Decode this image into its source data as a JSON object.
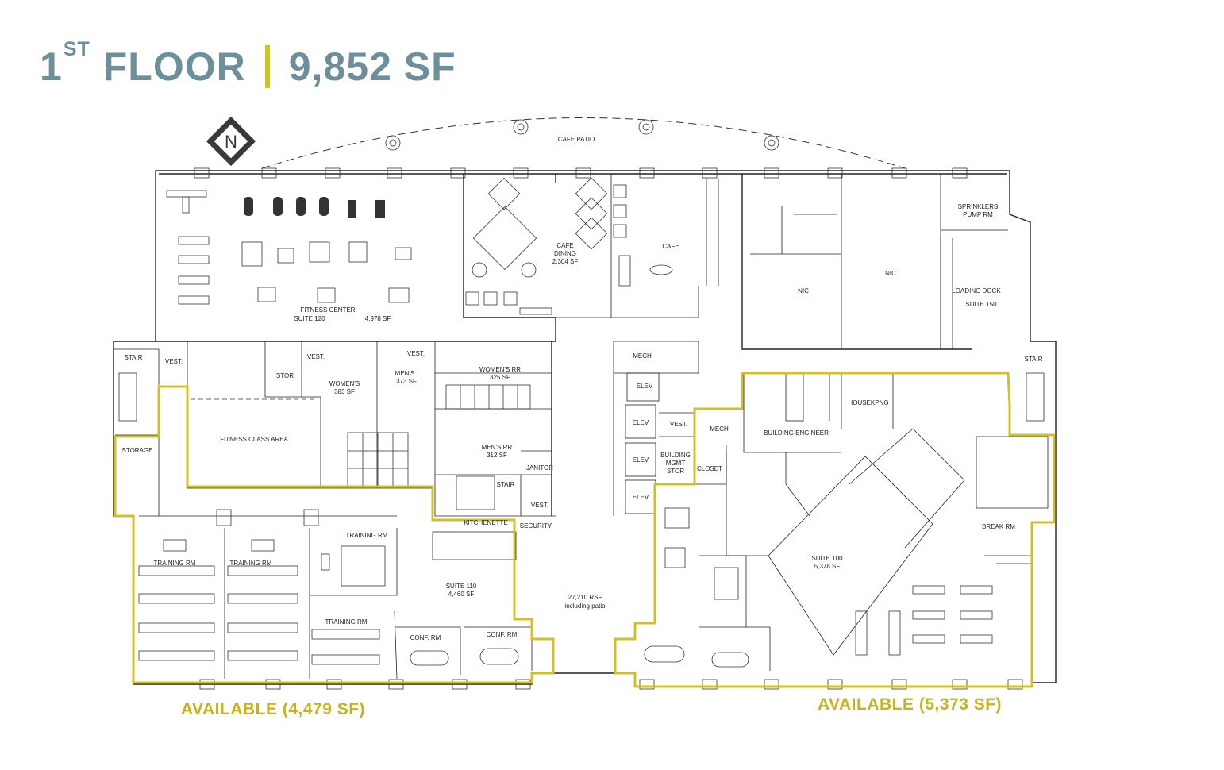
{
  "heading": {
    "floor_number": "1",
    "floor_suffix": "ST",
    "floor_word": "FLOOR",
    "area": "9,852 SF",
    "accent_color": "#d4c21a",
    "text_color": "#6d8f9c"
  },
  "compass": {
    "letter": "N",
    "icon": "north-arrow-icon"
  },
  "rooms": {
    "cafe_patio": "CAFE PATIO",
    "cafe_dining": [
      "CAFE",
      "DINING",
      "2,304 SF"
    ],
    "cafe": "CAFE",
    "fitness_center": [
      "FITNESS CENTER",
      "SUITE 120",
      "4,978 SF"
    ],
    "nic_1": "NIC",
    "nic_2": "NIC",
    "sprinklers": [
      "SPRINKLERS",
      "PUMP RM"
    ],
    "loading_dock": [
      "LOADING DOCK",
      "SUITE 150"
    ],
    "stair_left": "STAIR",
    "vest_left": "VEST.",
    "stor": "STOR",
    "vest_2": "VEST.",
    "womens": [
      "WOMEN'S",
      "383 SF"
    ],
    "vest_3": "VEST.",
    "mens": [
      "MEN'S",
      "373 SF"
    ],
    "womens_rr": [
      "WOMEN'S RR",
      "325 SF"
    ],
    "mens_rr": [
      "MEN'S RR",
      "312 SF"
    ],
    "janitor": "JANITOR",
    "stair_mid": "STAIR",
    "vest_4": "VEST.",
    "mech_1": "MECH",
    "elev_1": "ELEV",
    "elev_2": "ELEV",
    "elev_3": "ELEV",
    "elev_4": "ELEV",
    "vest_5": "VEST.",
    "mech_2": "MECH",
    "building_mgmt": [
      "BUILDING",
      "MGMT",
      "STOR"
    ],
    "closet": "CLOSET",
    "building_engineer": "BUILDING ENGINEER",
    "housekpng": "HOUSEKPNG",
    "stair_right": "STAIR",
    "storage": "STORAGE",
    "fitness_class": "FITNESS CLASS AREA",
    "kitchenette": "KITCHENETTE",
    "security": "SECURITY",
    "training_1": "TRAINING RM",
    "training_2": "TRAINING RM",
    "training_3": "TRAINING RM",
    "training_4": "TRAINING RM",
    "suite_110": [
      "SUITE 110",
      "4,460 SF"
    ],
    "rsf": [
      "27,210 RSF",
      "including patio"
    ],
    "conf_1": "CONF. RM",
    "conf_2": "CONF. RM",
    "suite_100": [
      "SUITE 100",
      "5,378 SF"
    ],
    "break_rm": "BREAK RM"
  },
  "availability": {
    "left": "AVAILABLE (4,479 SF)",
    "right": "AVAILABLE (5,373 SF)",
    "highlight_color": "#d1c02a"
  }
}
